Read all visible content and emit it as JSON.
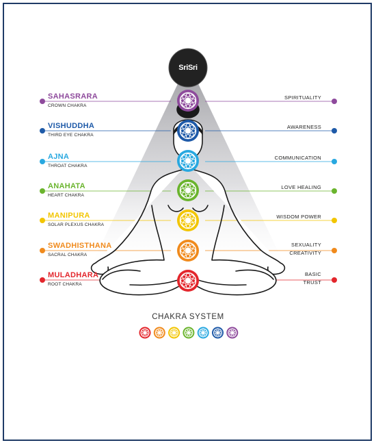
{
  "logo": {
    "text": "SriSri"
  },
  "title": "CHAKRA SYSTEM",
  "chakras": [
    {
      "name": "SAHASRARA",
      "sub": "CROWN CHAKRA",
      "right": [
        "SPIRITUALITY"
      ],
      "color": "#8e4a9c",
      "icon": "crown-chakra-icon"
    },
    {
      "name": "VISHUDDHA",
      "sub": "THIRD EYE CHAKRA",
      "right": [
        "AWARENESS"
      ],
      "color": "#1e5aa8",
      "icon": "third-eye-chakra-icon"
    },
    {
      "name": "AJNA",
      "sub": "THROAT CHAKRA",
      "right": [
        "COMMUNICATION"
      ],
      "color": "#28a8e0",
      "icon": "throat-chakra-icon"
    },
    {
      "name": "ANAHATA",
      "sub": "HEART CHAKRA",
      "right": [
        "LOVE HEALING"
      ],
      "color": "#6ab42d",
      "icon": "heart-chakra-icon"
    },
    {
      "name": "MANIPURA",
      "sub": "SOLAR PLEXUS CHAKRA",
      "right": [
        "WISDOM POWER"
      ],
      "color": "#f2c500",
      "icon": "solar-plexus-chakra-icon"
    },
    {
      "name": "SWADHISTHANA",
      "sub": "SACRAL CHAKRA",
      "right": [
        "SEXUALITY",
        "CREATIVITY"
      ],
      "color": "#f08a1c",
      "icon": "sacral-chakra-icon"
    },
    {
      "name": "MULADHARA",
      "sub": "ROOT  CHAKRA",
      "right": [
        "BASIC",
        "TRUST"
      ],
      "color": "#e3262c",
      "icon": "root-chakra-icon"
    }
  ]
}
